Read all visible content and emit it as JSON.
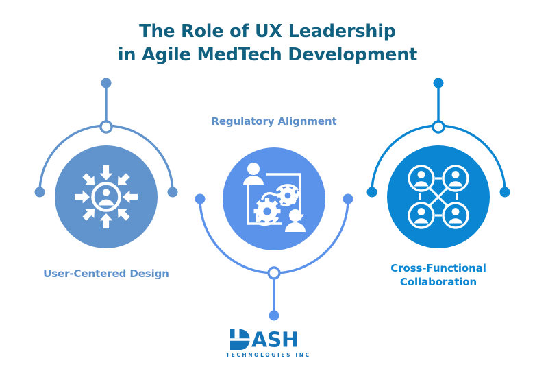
{
  "title": "The Role of UX Leadership\nin Agile MedTech Development",
  "theme": {
    "title_color": "#12607f",
    "background": "#ffffff"
  },
  "nodes": [
    {
      "id": "user-centered-design",
      "label": "User-Centered Design",
      "icon": "person-inward-arrows-icon",
      "color": "#6193cd",
      "label_color": "#5d8fc9",
      "arc_orientation": "up",
      "stem_direction": "up"
    },
    {
      "id": "regulatory-alignment",
      "label": "Regulatory Alignment",
      "icon": "people-gears-workflow-icon",
      "color": "#5c93ea",
      "label_color": "#5d8fc9",
      "arc_orientation": "down",
      "stem_direction": "down"
    },
    {
      "id": "cross-functional-collaboration",
      "label": "Cross-Functional\nCollaboration",
      "icon": "team-network-icon",
      "color": "#0b86d2",
      "label_color": "#0b86d2",
      "arc_orientation": "up",
      "stem_direction": "up"
    }
  ],
  "logo": {
    "wordmark": "DASH",
    "tagline": "TECHNOLOGIES INC",
    "color": "#1573b8"
  }
}
